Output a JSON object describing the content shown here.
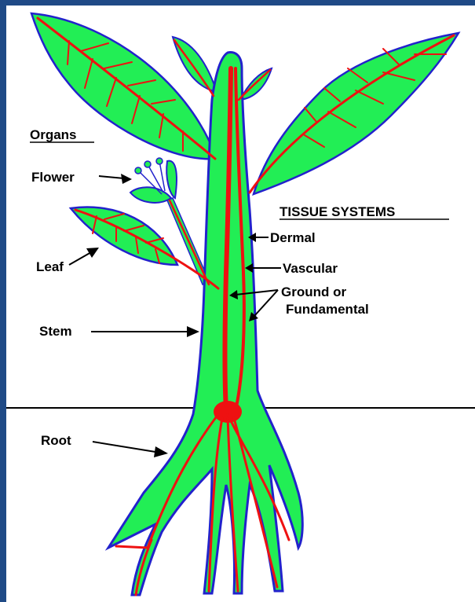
{
  "labels": {
    "organs_heading": "Organs",
    "flower": "Flower",
    "leaf": "Leaf",
    "stem": "Stem",
    "root": "Root",
    "tissue_heading": "TISSUE SYSTEMS",
    "dermal": "Dermal",
    "vascular": "Vascular",
    "ground_line1": "Ground or",
    "ground_line2": "Fundamental"
  },
  "colors": {
    "border": "#1f4a86",
    "tissue_ground": "#22ee55",
    "dermal_outline": "#2222cc",
    "vascular": "#ee1111",
    "soil_line": "#000000"
  }
}
